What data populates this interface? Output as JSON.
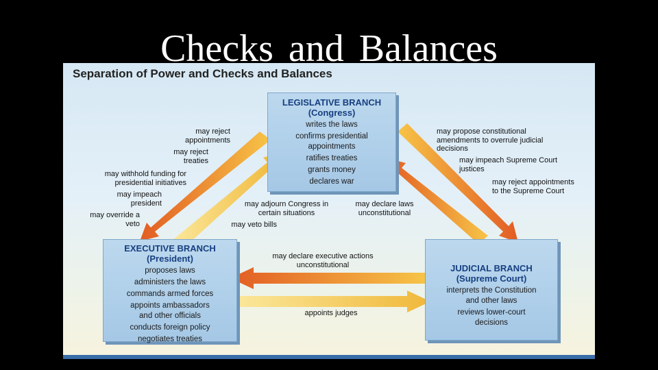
{
  "slide_title": "Checks  and Balances",
  "diagram_heading": "Separation of Power and Checks and Balances",
  "branches": {
    "legislative": {
      "name": "LEGISLATIVE BRANCH",
      "sub": "(Congress)",
      "powers": [
        "writes the laws",
        "confirms presidential appointments",
        "ratifies treaties",
        "grants money",
        "declares war"
      ]
    },
    "executive": {
      "name": "EXECUTIVE BRANCH",
      "sub": "(President)",
      "powers": [
        "proposes laws",
        "administers the laws",
        "commands armed forces",
        "appoints ambassadors and other officials",
        "conducts foreign policy",
        "negotiates treaties"
      ]
    },
    "judicial": {
      "name": "JUDICIAL BRANCH",
      "sub": "(Supreme Court)",
      "powers": [
        "interprets the Constitution and other laws",
        "reviews lower-court decisions"
      ]
    }
  },
  "checks": {
    "leg_on_exec": [
      "may reject appointments",
      "may reject treaties",
      "may withhold funding for presidential initiatives",
      "may impeach president",
      "may override a veto"
    ],
    "exec_on_leg": [
      "may adjourn Congress in certain situations",
      "may veto bills"
    ],
    "leg_on_jud": [
      "may propose constitutional amendments to overrule judicial decisions",
      "may impeach Supreme Court justices",
      "may reject appointments to the Supreme Court"
    ],
    "jud_on_leg": [
      "may declare laws unconstitutional"
    ],
    "jud_on_exec": [
      "may declare executive actions unconstitutional"
    ],
    "exec_on_jud": [
      "appoints judges"
    ]
  },
  "colors": {
    "arrow_orange": "#e8742a",
    "arrow_yellow": "#f4d060",
    "branch_fill": "#a9cbe8",
    "title_blue": "#173f80",
    "footer_blue": "#3a6ea9"
  }
}
